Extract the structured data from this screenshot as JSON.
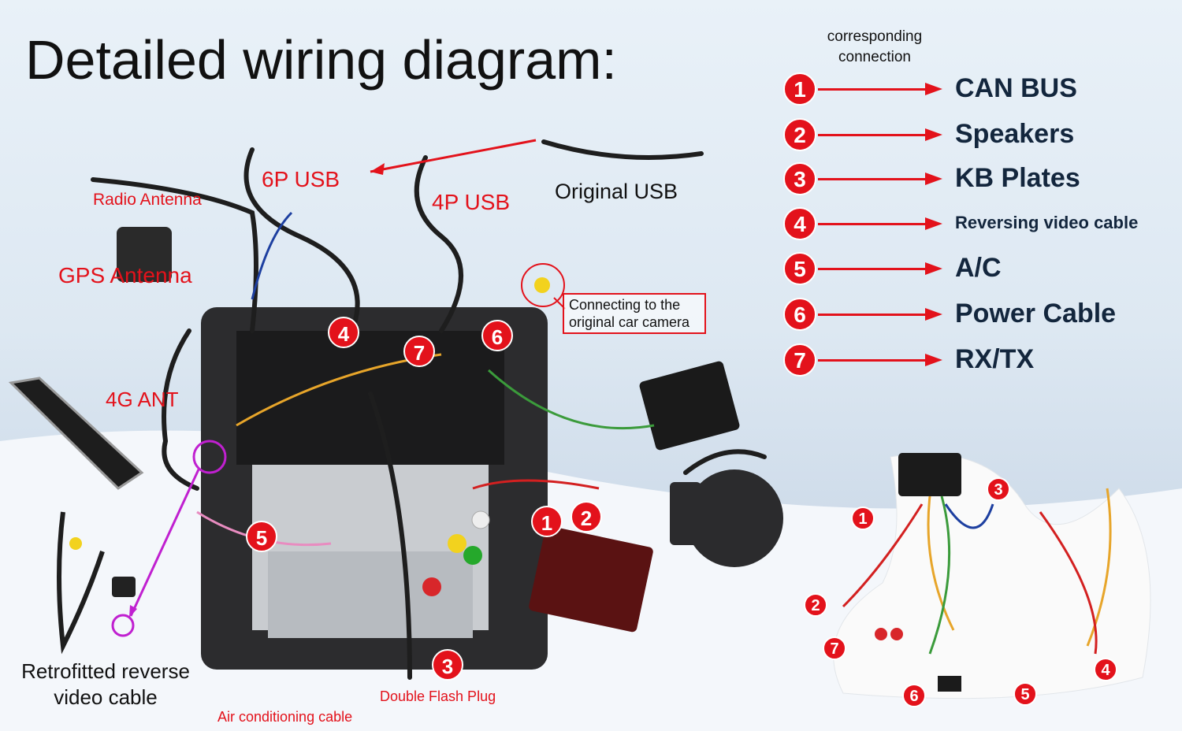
{
  "title": "Detailed wiring diagram:",
  "legend": {
    "header": "corresponding connection",
    "items": [
      {
        "num": "1",
        "label": "CAN BUS"
      },
      {
        "num": "2",
        "label": "Speakers"
      },
      {
        "num": "3",
        "label": "KB Plates"
      },
      {
        "num": "4",
        "label": "Reversing video cable"
      },
      {
        "num": "5",
        "label": "A/C"
      },
      {
        "num": "6",
        "label": "Power Cable"
      },
      {
        "num": "7",
        "label": "RX/TX"
      }
    ]
  },
  "labels": {
    "radio_antenna": "Radio Antenna",
    "usb_6p": "6P USB",
    "usb_4p": "4P USB",
    "original_usb": "Original USB",
    "gps_antenna": "GPS Antenna",
    "ant_4g": "4G ANT",
    "camera_connect": "Connecting to the original car camera",
    "retrofitted": "Retrofitted reverse video cable",
    "double_flash": "Double Flash Plug",
    "air_cond": "Air conditioning cable"
  },
  "colors": {
    "accent_red": "#e3121b",
    "legend_text": "#13263d",
    "camera_marker": "#c020d0"
  }
}
